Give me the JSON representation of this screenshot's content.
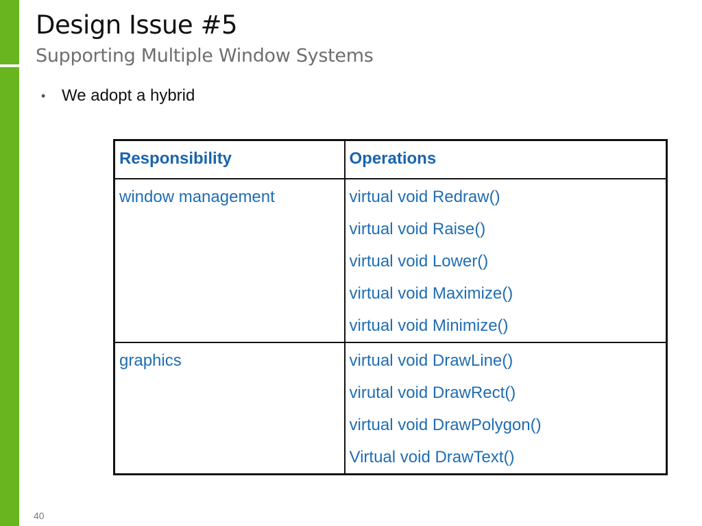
{
  "slide": {
    "title": "Design Issue #5",
    "subtitle": "Supporting Multiple Window Systems",
    "bullet": "We adopt a hybrid",
    "page_number": "40",
    "accent_color": "#69b51f",
    "table_text_color": "#1f6db3"
  },
  "table": {
    "headers": [
      "Responsibility",
      "Operations"
    ],
    "rows": [
      {
        "responsibility": "window management",
        "operations": [
          "virtual void Redraw()",
          "virtual void Raise()",
          "virtual void Lower()",
          "virtual void Maximize()",
          "virtual void Minimize()"
        ]
      },
      {
        "responsibility": "graphics",
        "operations": [
          "virtual void DrawLine()",
          "virutal void DrawRect()",
          "virtual void DrawPolygon()",
          "Virtual void DrawText()"
        ]
      }
    ]
  }
}
